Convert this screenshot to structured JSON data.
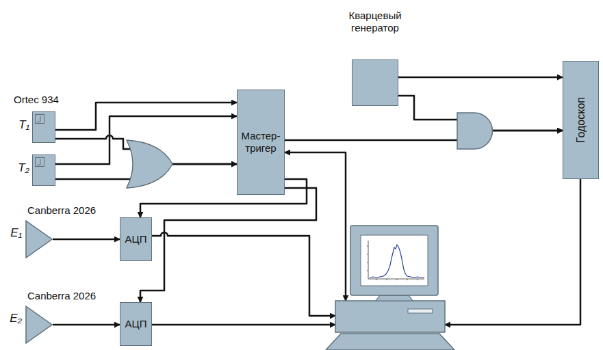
{
  "diagram": {
    "nodes": [
      {
        "text": [
          "Кварцевый генератор"
        ]
      },
      {
        "text": [
          "T₁"
        ]
      },
      {
        "text": [
          "T₂"
        ]
      },
      {
        "text": [
          "Мастер-тригер"
        ]
      },
      {
        "text": [
          "Годоскоп"
        ]
      },
      {
        "text": [
          "Canberra 2026",
          "E₁"
        ]
      },
      {
        "text": [
          "АЦП"
        ]
      },
      {
        "text": [
          "Canberra 2026",
          "E₂"
        ]
      },
      {
        "text": [
          "АЦП"
        ]
      }
    ],
    "edges": [
      {
        "from": 1,
        "to": 3,
        "arrow": "to"
      },
      {
        "from": 2,
        "to": 3,
        "arrow": "to"
      },
      {
        "from": 1,
        "to": 3,
        "arrow": "to"
      },
      {
        "from": 2,
        "to": 3,
        "arrow": "to"
      },
      {
        "from": 0,
        "to": 4,
        "arrow": "to"
      },
      {
        "from": 0,
        "to": 4,
        "arrow": "to"
      },
      {
        "from": 3,
        "to": 4,
        "arrow": "to"
      },
      {
        "from": 3,
        "to": 6,
        "arrow": "to"
      },
      {
        "from": 3,
        "to": 8,
        "arrow": "to"
      },
      {
        "from": 5,
        "to": 6,
        "arrow": "to"
      },
      {
        "from": 7,
        "to": 8,
        "arrow": "to"
      }
    ],
    "labels": [
      "Ortec 934"
    ]
  }
}
